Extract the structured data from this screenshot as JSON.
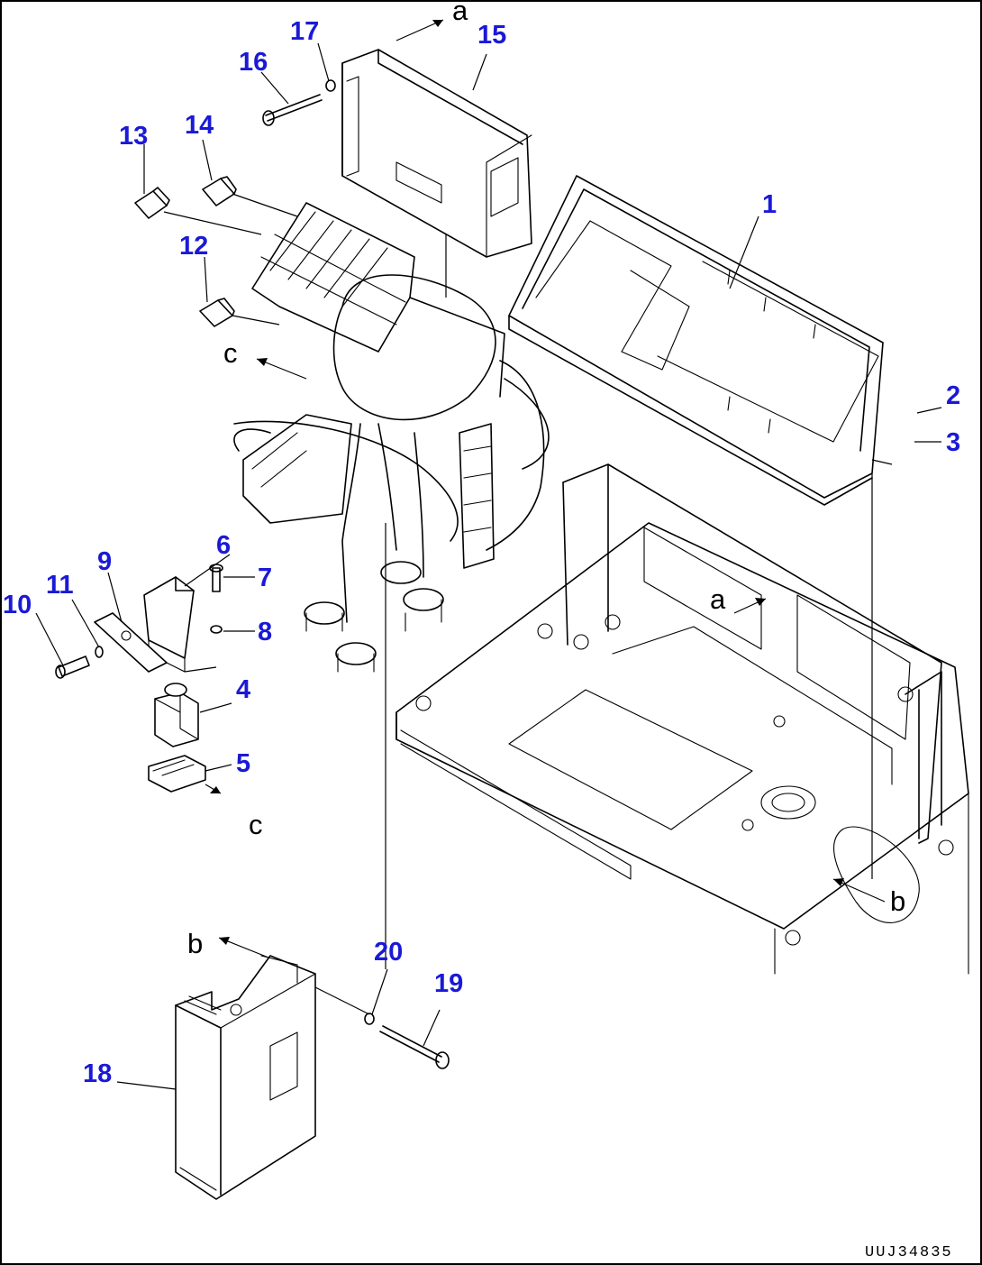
{
  "diagram_code": "UUJ34835",
  "part_numbers": [
    "1",
    "2",
    "3",
    "4",
    "5",
    "6",
    "7",
    "8",
    "9",
    "10",
    "11",
    "12",
    "13",
    "14",
    "15",
    "16",
    "17",
    "18",
    "19",
    "20"
  ],
  "reference_letters": {
    "a_top": "a",
    "a_panel": "a",
    "b_left": "b",
    "b_right": "b",
    "c_upper": "c",
    "c_lower": "c"
  }
}
